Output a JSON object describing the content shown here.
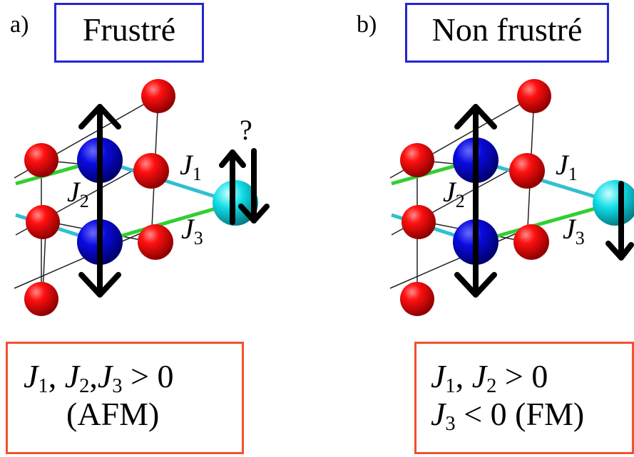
{
  "panel_a": {
    "letter": "a)",
    "title": "Frustré",
    "question_mark": "?",
    "condition_lines": [
      [
        {
          "J": "J",
          "s": "1"
        },
        {
          "t": ", "
        },
        {
          "J": "J",
          "s": "2"
        },
        {
          "t": ","
        },
        {
          "J": "J",
          "s": "3"
        },
        {
          "t": " > 0"
        }
      ],
      [
        {
          "t": "(AFM)"
        }
      ]
    ]
  },
  "panel_b": {
    "letter": "b)",
    "title": "Non frustré",
    "condition_lines": [
      [
        {
          "J": "J",
          "s": "1"
        },
        {
          "t": ", "
        },
        {
          "J": "J",
          "s": "2"
        },
        {
          "t": " > 0"
        }
      ],
      [
        {
          "J": "J",
          "s": "3"
        },
        {
          "t": " < 0 (FM)"
        }
      ]
    ]
  },
  "bond_labels": {
    "j1": {
      "symbol": "J",
      "sub": "1"
    },
    "j2": {
      "symbol": "J",
      "sub": "2"
    },
    "j3": {
      "symbol": "J",
      "sub": "3"
    }
  },
  "colors": {
    "title_border": "#2424d6",
    "condition_border": "#f0522d",
    "oxygen_atom": "#e00000",
    "magnetic_atom": "#0a0ad0",
    "probe_atom": "#10d8e0",
    "bond_j1": "#30c0d0",
    "bond_j2": "#0000d0",
    "bond_j3": "#30d030",
    "spin_arrow": "#000000"
  }
}
